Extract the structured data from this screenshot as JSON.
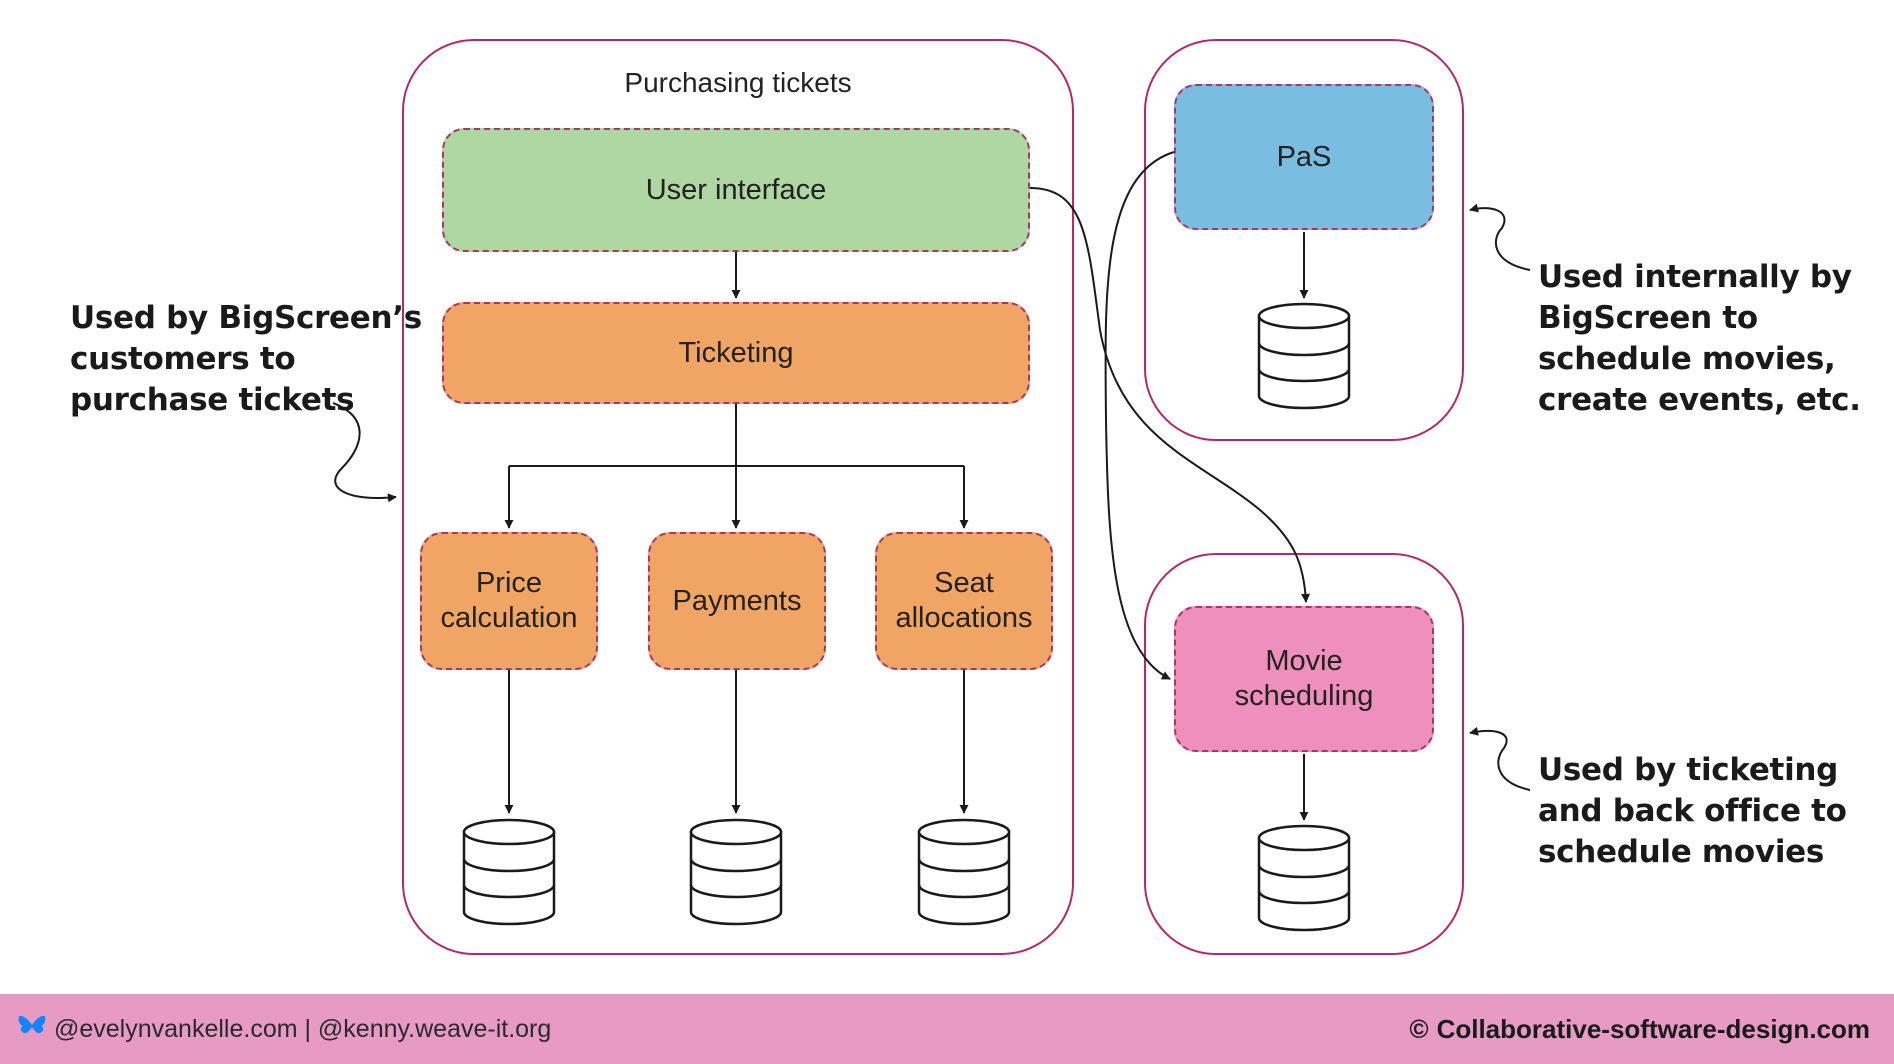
{
  "groups": {
    "purchasing": {
      "title": "Purchasing tickets"
    }
  },
  "components": {
    "user_interface": "User interface",
    "ticketing": "Ticketing",
    "price_calculation": "Price\ncalculation",
    "payments": "Payments",
    "seat_allocations": "Seat\nallocations",
    "pas": "PaS",
    "movie_scheduling": "Movie\nscheduling"
  },
  "annotations": {
    "customers": "Used by BigScreen’s\ncustomers to\npurchase tickets",
    "internal": "Used internally by\nBigScreen to\nschedule movies,\ncreate events, etc.",
    "ticketing_backoffice": "Used by ticketing\nand back office to\nschedule movies"
  },
  "footer": {
    "handles": "@evelynvankelle.com | @kenny.weave-it.org",
    "copyright_symbol": "©",
    "site": "Collaborative-software-design.com",
    "icon": "butterfly-icon"
  },
  "colors": {
    "group_border": "#b5266f",
    "ui_green": "#afd7a1",
    "service_orange": "#f0a565",
    "pas_blue": "#79bde0",
    "scheduling_pink": "#ef8fbb",
    "footer_bg": "#e69ac4"
  }
}
